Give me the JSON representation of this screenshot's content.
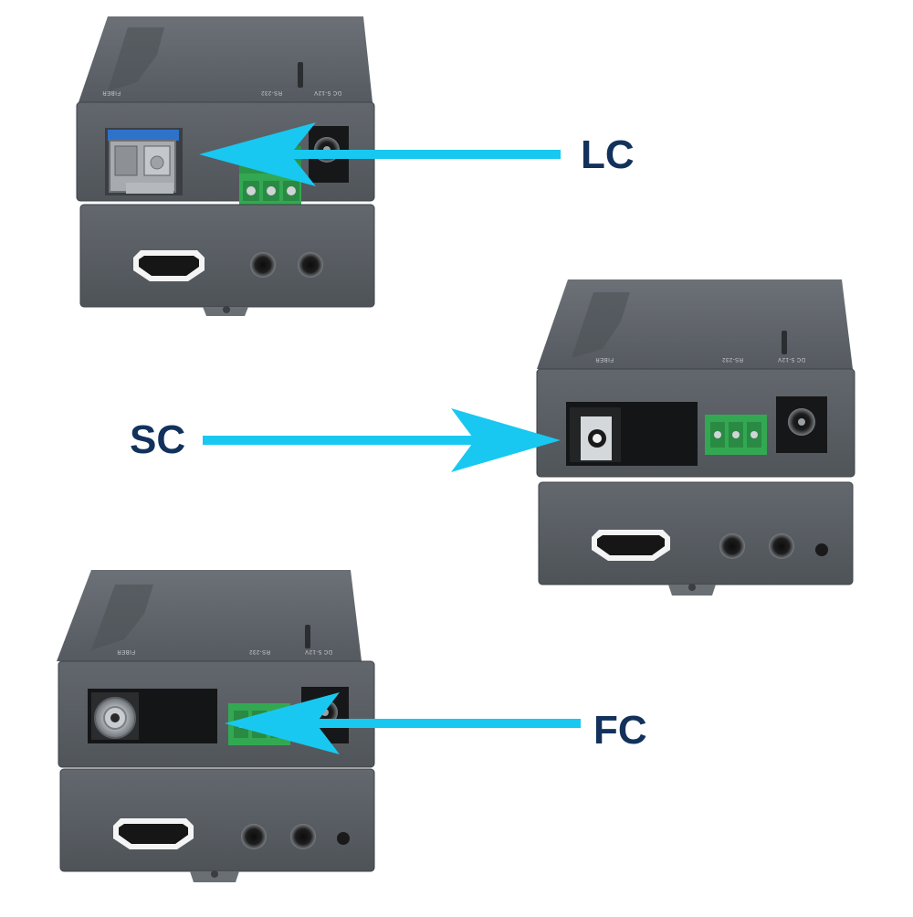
{
  "callouts": {
    "lc": {
      "label": "LC"
    },
    "sc": {
      "label": "SC"
    },
    "fc": {
      "label": "FC"
    }
  },
  "panel_text": {
    "fiber": "FIBER",
    "rs232": "RS-232",
    "dc": "DC 5-12V"
  },
  "colors": {
    "arrow": "#18c8f0",
    "label": "#12325c",
    "housing": "#5c6167",
    "housing_dark": "#4a4e53",
    "terminal_green": "#33a852",
    "sfp_blue": "#2f72c9"
  }
}
